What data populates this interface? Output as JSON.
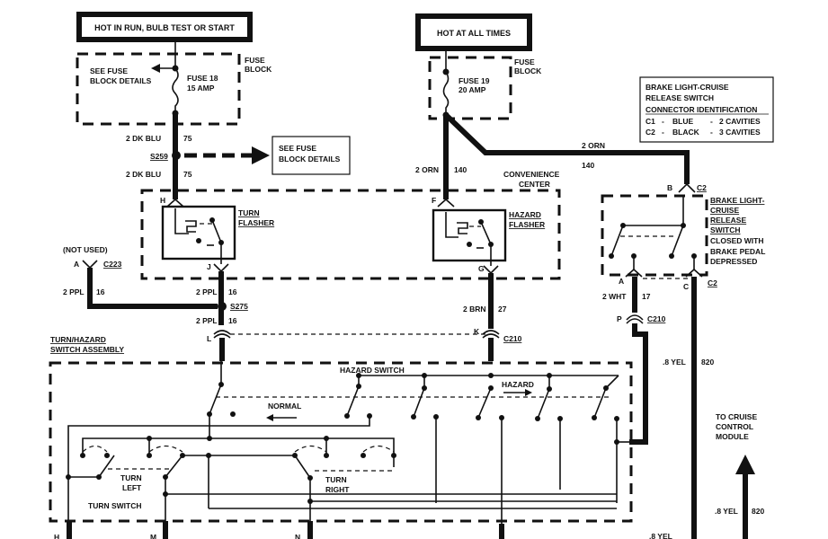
{
  "power_sources": {
    "left": "HOT IN RUN, BULB TEST OR START",
    "right": "HOT AT ALL TIMES"
  },
  "fuse_block": {
    "label_line1": "FUSE",
    "label_line2": "BLOCK",
    "see_details_line1": "SEE FUSE",
    "see_details_line2": "BLOCK DETAILS",
    "fuse18_name": "FUSE 18",
    "fuse18_rating": "15 AMP",
    "fuse19_name": "FUSE 19",
    "fuse19_rating": "20 AMP"
  },
  "connector_id_box": {
    "line1": "BRAKE LIGHT-CRUISE",
    "line2": "RELEASE SWITCH",
    "line3": "CONNECTOR IDENTIFICATION",
    "rows": [
      {
        "id": "C1",
        "color": "BLUE",
        "cavities": "2 CAVITIES"
      },
      {
        "id": "C2",
        "color": "BLACK",
        "cavities": "3 CAVITIES"
      }
    ]
  },
  "wires": {
    "dk_blu_top": {
      "gauge_color": "2 DK BLU",
      "circuit": "75"
    },
    "dk_blu_bottom": {
      "gauge_color": "2 DK BLU",
      "circuit": "75"
    },
    "orn_left": {
      "gauge_color": "2 ORN",
      "circuit": "140"
    },
    "orn_right": {
      "gauge_color": "2 ORN",
      "circuit": "140"
    },
    "ppl_c223": {
      "gauge_color": "2 PPL",
      "circuit": "16"
    },
    "ppl_j": {
      "gauge_color": "2 PPL",
      "circuit": "16"
    },
    "ppl_l": {
      "gauge_color": "2 PPL",
      "circuit": "16"
    },
    "brn": {
      "gauge_color": "2 BRN",
      "circuit": "27"
    },
    "wht": {
      "gauge_color": "2 WHT",
      "circuit": "17"
    },
    "yel_right": {
      "gauge_color": ".8 YEL",
      "circuit": "820"
    },
    "yel_cruise": {
      "gauge_color": ".8 YEL",
      "circuit": "820"
    },
    "yel_bottom": {
      "gauge_color": ".8 YEL"
    }
  },
  "splices": {
    "s259": "S259",
    "s275": "S275"
  },
  "see_fuse_box": {
    "line1": "SEE FUSE",
    "line2": "BLOCK DETAILS"
  },
  "convenience_center": {
    "line1": "CONVENIENCE",
    "line2": "CENTER"
  },
  "turn_flasher": {
    "line1": "TURN",
    "line2": "FLASHER"
  },
  "hazard_flasher": {
    "line1": "HAZARD",
    "line2": "FLASHER"
  },
  "brake_switch": {
    "line1": "BRAKE LIGHT-",
    "line2": "CRUISE",
    "line3": "RELEASE",
    "line4": "SWITCH",
    "line5": "CLOSED WITH",
    "line6": "BRAKE PEDAL",
    "line7": "DEPRESSED"
  },
  "pins": {
    "h": "H",
    "j": "J",
    "f": "F",
    "g": "G",
    "a_c223": "A",
    "l": "L",
    "k": "K",
    "p": "P",
    "b": "B",
    "a_switch": "A",
    "c": "C",
    "bottom_h": "H",
    "bottom_m": "M",
    "bottom_n": "N"
  },
  "connectors": {
    "c223": "C223",
    "c210_k": "C210",
    "c210_p": "C210",
    "c2_top": "C2",
    "c2_bottom": "C2"
  },
  "not_used": "(NOT USED)",
  "switch_assembly": {
    "line1": "TURN/HAZARD",
    "line2": "SWITCH ASSEMBLY"
  },
  "hazard_switch": "HAZARD SWITCH",
  "normal": "NORMAL",
  "hazard": "HAZARD",
  "turn_left": {
    "line1": "TURN",
    "line2": "LEFT"
  },
  "turn_right": {
    "line1": "TURN",
    "line2": "RIGHT"
  },
  "turn_switch": "TURN SWITCH",
  "cruise_module": {
    "line1": "TO CRUISE",
    "line2": "CONTROL",
    "line3": "MODULE"
  }
}
